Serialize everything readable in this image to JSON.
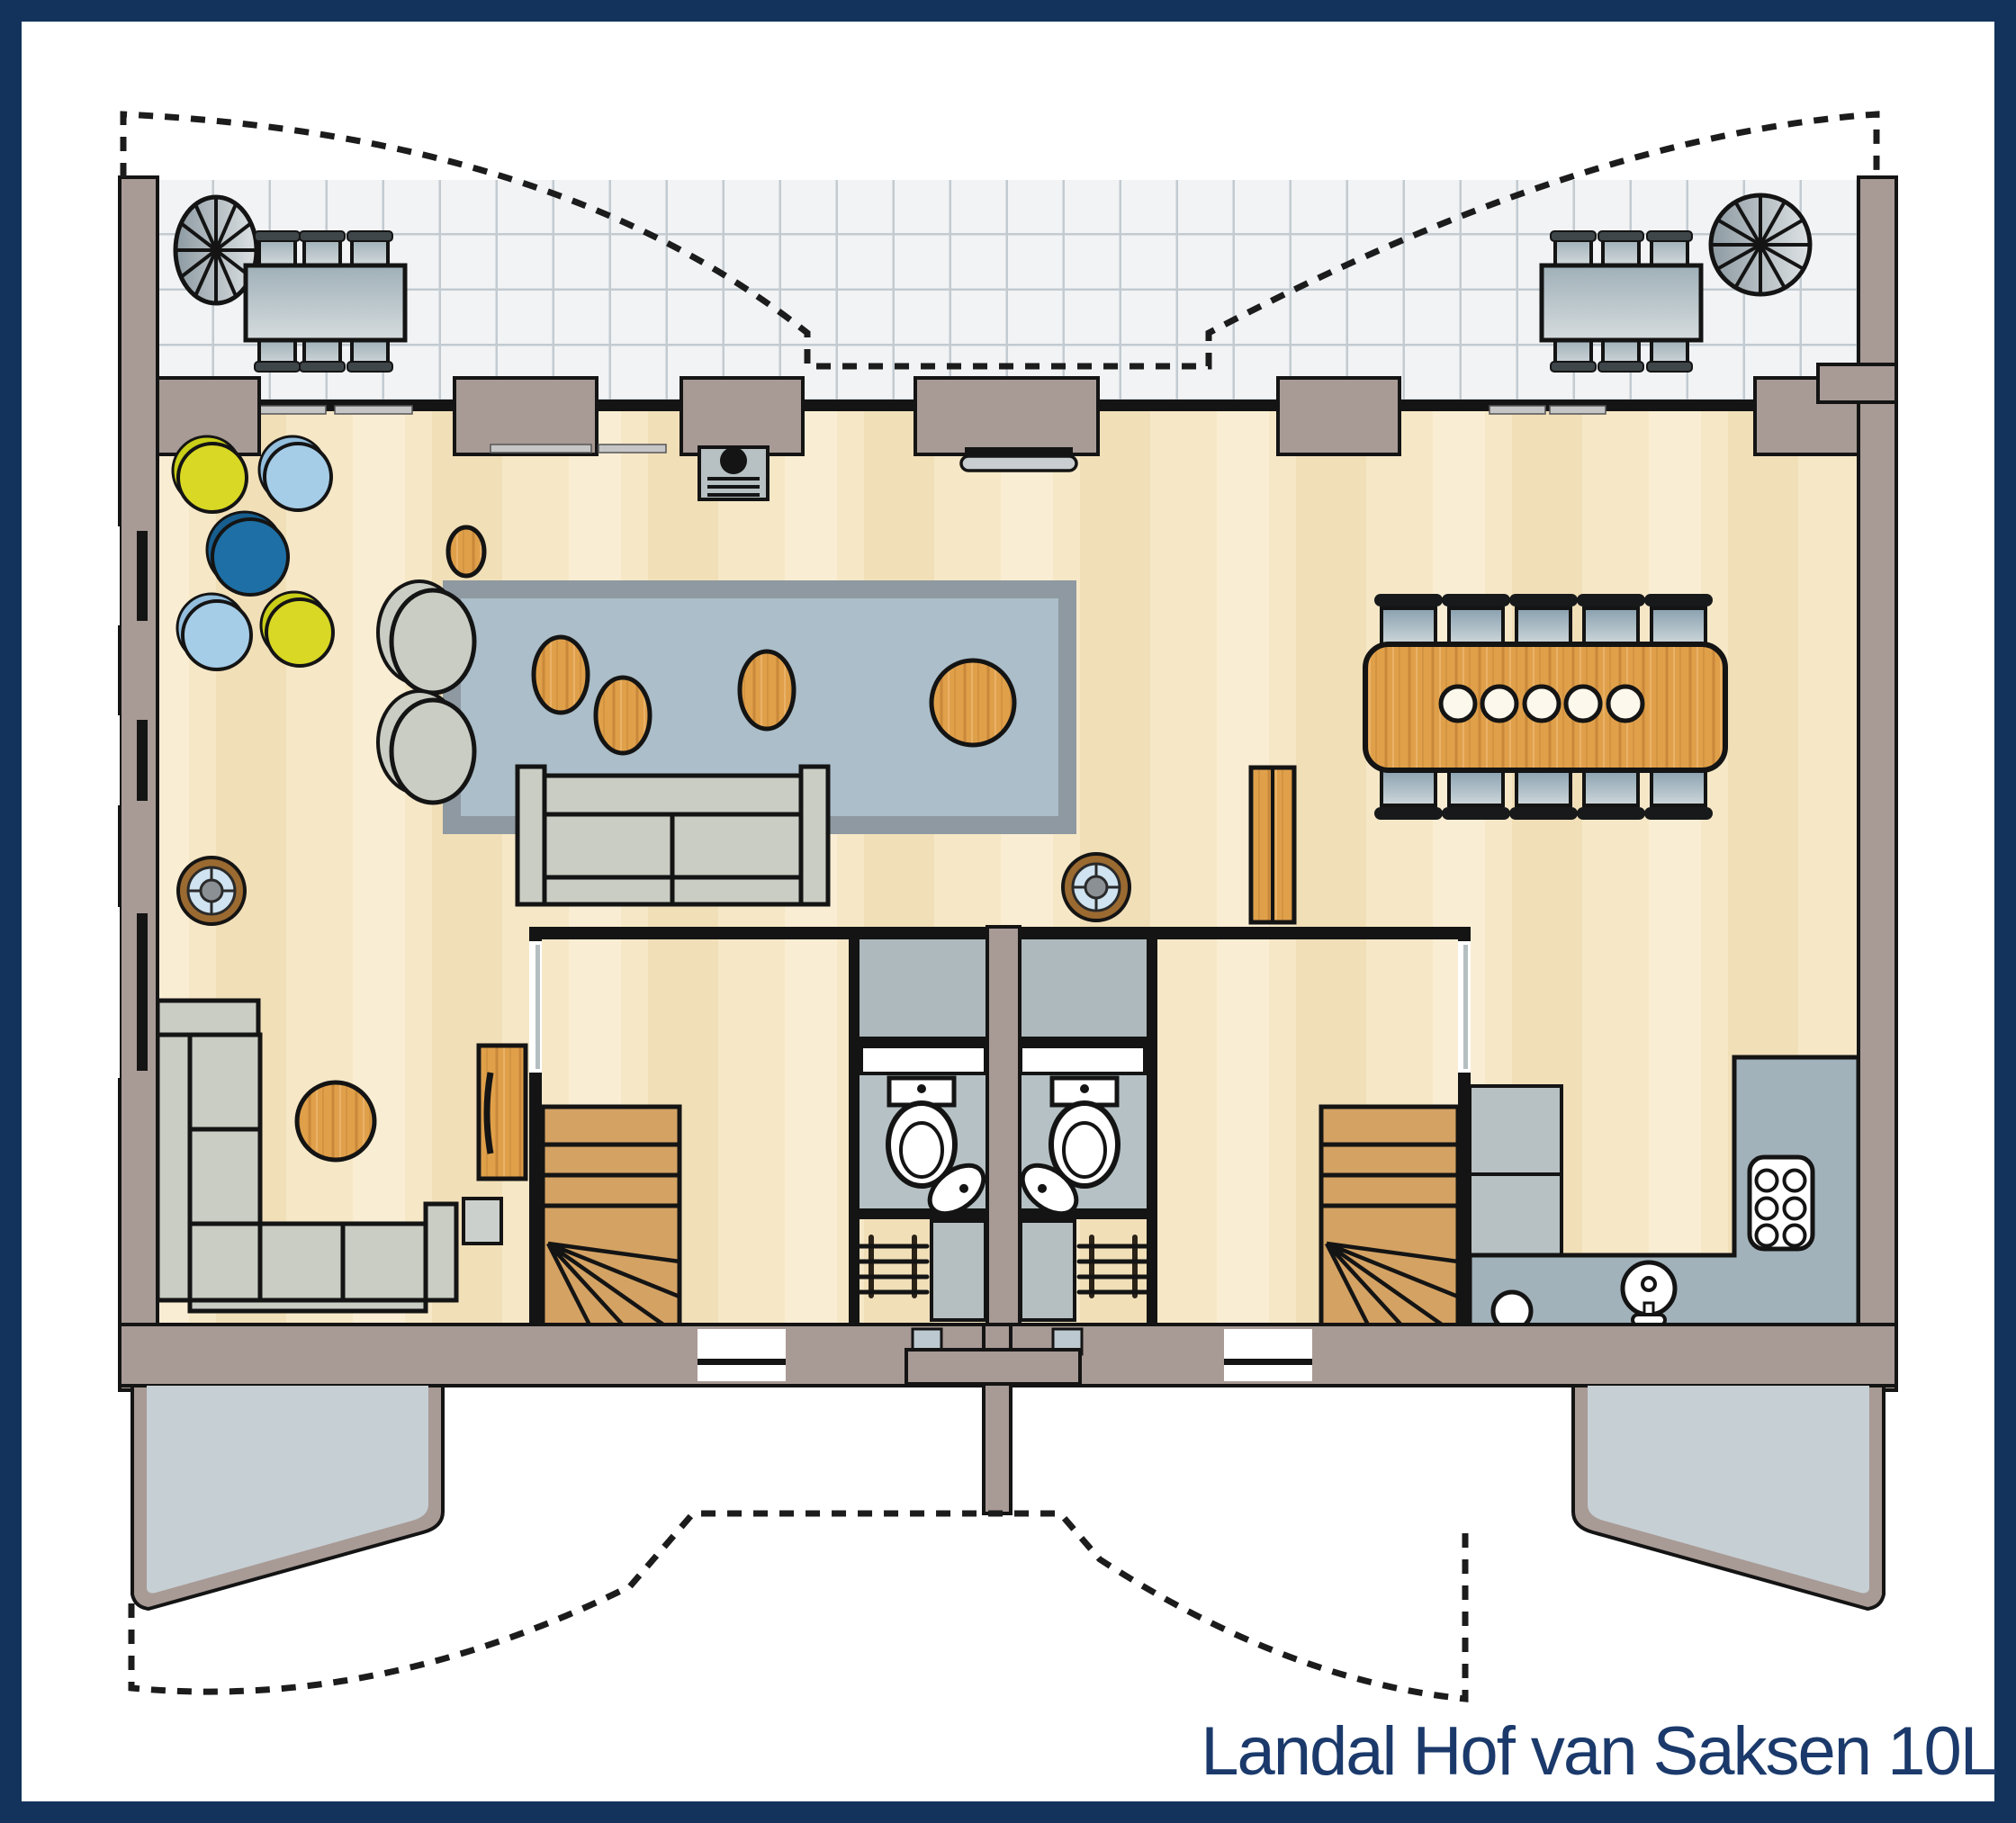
{
  "title": {
    "text": "Landal Hof van Saksen 10L"
  },
  "palette": {
    "navy": "#14335c",
    "wall_taupe": "#a89a95",
    "wall_black": "#141414",
    "floor_base": "#f6e8c6",
    "tile_bg": "#f1f3f5",
    "tile_line": "#c3cbd1",
    "rug_outer": "#8e99a1",
    "rug_inner": "#abbec9",
    "gray_furniture": "#c9cdc3",
    "wood": "#e0a04a",
    "kitchen_counter": "#a2b2bb",
    "appliance": "#b7c0c2",
    "bath_floor": "#b5c1c4",
    "shower": "#adb9bc",
    "stair_wood": "#d4a263",
    "terrace_south": "#c6cfd4",
    "stove_ring": "#9a6a31",
    "pouf_yellow": "#d8d825",
    "pouf_blue_light": "#a5cde8",
    "pouf_blue_dark": "#1e6fa5",
    "door_gray": "#b5bfc2",
    "title_color": "#1b3a6b"
  },
  "plan": {
    "type": "floorplan",
    "rooms": [
      {
        "name": "north-terrace",
        "floor": "tiles"
      },
      {
        "name": "living-room",
        "floor": "wood-beige"
      },
      {
        "name": "dining-area",
        "floor": "wood-beige"
      },
      {
        "name": "tv-lounge-corner",
        "floor": "wood-beige"
      },
      {
        "name": "hallway-core",
        "floor": "wood-beige"
      },
      {
        "name": "bathroom-left",
        "floor": "gray"
      },
      {
        "name": "bathroom-right",
        "floor": "gray"
      },
      {
        "name": "kitchen",
        "floor": "wood-beige"
      },
      {
        "name": "south-terrace-left",
        "floor": "gray-blue"
      },
      {
        "name": "south-terrace-right",
        "floor": "gray-blue"
      }
    ],
    "furniture": [
      "spiral-staircase-left",
      "spiral-staircase-right",
      "terrace-table-left-6-chairs",
      "terrace-table-right-6-chairs",
      "pouf-yellow-1",
      "pouf-light-blue-1",
      "pouf-dark-blue",
      "pouf-light-blue-2",
      "pouf-yellow-2",
      "wood-stool-small",
      "wood-stool-1",
      "wood-stool-2",
      "wood-stool-3",
      "wood-stool-4",
      "round-armchair-1",
      "round-armchair-2",
      "rug",
      "two-seat-sofa",
      "wood-stove-left",
      "wood-stove-right",
      "wall-stove",
      "wall-tv",
      "dining-table-10-seats",
      "corner-sofa",
      "round-side-table",
      "sideboard",
      "side-box",
      "tall-cabinet",
      "winder-staircase-left",
      "winder-staircase-right",
      "toilet-left",
      "toilet-right",
      "corner-sink-left",
      "corner-sink-right",
      "bathroom-door-left",
      "bathroom-door-right",
      "radiator-left",
      "radiator-right",
      "fridge-unit",
      "oven-unit",
      "kitchen-counter-l-shape",
      "hob-6-burners",
      "kitchen-sink",
      "kitchen-tap"
    ]
  }
}
